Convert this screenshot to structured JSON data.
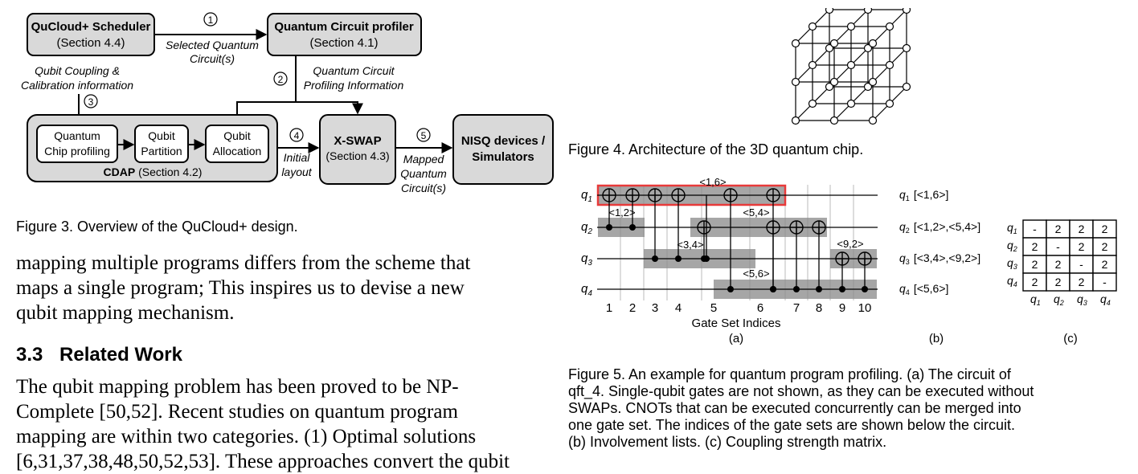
{
  "fig3": {
    "scheduler_title": "QuCloud+ Scheduler",
    "scheduler_section": "(Section 4.4)",
    "profiler_title": "Quantum Circuit profiler",
    "profiler_section": "(Section 4.1)",
    "step1": "1",
    "step2": "2",
    "step3": "3",
    "step4": "4",
    "step5": "5",
    "selected_circuit_1": "Selected Quantum",
    "selected_circuit_2": "Circuit(s)",
    "coupling_info_1": "Qubit Coupling &",
    "coupling_info_2": "Calibration information",
    "profiling_info_1": "Quantum Circuit",
    "profiling_info_2": "Profiling Information",
    "chip_profiling_1": "Quantum",
    "chip_profiling_2": "Chip profiling",
    "qubit_partition_1": "Qubit",
    "qubit_partition_2": "Partition",
    "qubit_allocation_1": "Qubit",
    "qubit_allocation_2": "Allocation",
    "cdap_bold": "CDAP",
    "cdap_section": " (Section 4.2)",
    "initial_layout_1": "Initial",
    "initial_layout_2": "layout",
    "xswap_title": "X-SWAP",
    "xswap_section": "(Section 4.3)",
    "mapped_1": "Mapped",
    "mapped_2": "Quantum",
    "mapped_3": "Circuit(s)",
    "nisq_1": "NISQ devices /",
    "nisq_2": "Simulators",
    "caption": "Figure 3. Overview of the QuCloud+ design."
  },
  "body": {
    "para1_line1": "mapping multiple programs differs from the scheme that",
    "para1_line2": "maps a single program; This inspires us to devise a new",
    "para1_line3": "qubit mapping mechanism.",
    "section_number": "3.3",
    "section_title": "Related Work",
    "para2_line1": "The qubit mapping problem has been proved to be NP-",
    "para2_line2": "Complete [50,52]. Recent studies on quantum program",
    "para2_line3": "mapping are within two categories. (1) Optimal solutions",
    "para2_line4": "[6,31,37,38,48,50,52,53]. These approaches convert the qubit"
  },
  "fig4": {
    "caption": "Figure 4. Architecture of the 3D quantum chip."
  },
  "fig5": {
    "qubit_labels": [
      "q",
      "q",
      "q",
      "q"
    ],
    "qubit_subs": [
      "1",
      "2",
      "3",
      "4"
    ],
    "group_labels": [
      "<1,6>",
      "<1,2>",
      "<5,4>",
      "<3,4>",
      "<9,2>",
      "<5,6>"
    ],
    "gate_set_indices": [
      "1",
      "2",
      "3",
      "4",
      "5",
      "6",
      "7",
      "8",
      "9",
      "10"
    ],
    "xlabel": "Gate Set Indices",
    "sub_a": "(a)",
    "sub_b": "(b)",
    "sub_c": "(c)",
    "involvement": [
      "[<1,6>]",
      "[<1,2>,<5,4>]",
      "[<3,4>,<9,2>]",
      "[<5,6>]"
    ],
    "matrix": [
      [
        "-",
        "2",
        "2",
        "2"
      ],
      [
        "2",
        "-",
        "2",
        "2"
      ],
      [
        "2",
        "2",
        "-",
        "2"
      ],
      [
        "2",
        "2",
        "2",
        "-"
      ]
    ],
    "caption_line1": "Figure 5. An example for quantum program profiling. (a) The circuit of",
    "caption_line2": "qft_4. Single-qubit gates are not shown, as they can be executed without",
    "caption_line3": "SWAPs. CNOTs that can be executed concurrently can be merged into",
    "caption_line4": "one gate set. The indices of the gate sets are shown below the circuit.",
    "caption_line5": "(b) Involvement lists. (c) Coupling strength matrix."
  }
}
